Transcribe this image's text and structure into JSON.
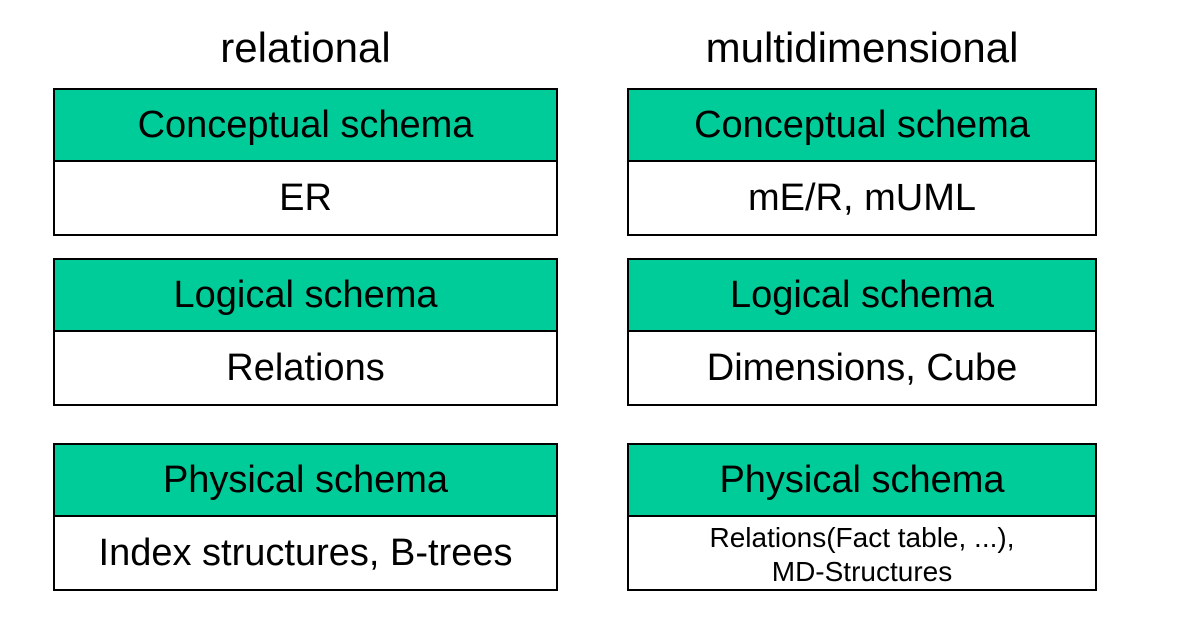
{
  "columns": {
    "relational": {
      "title": "relational",
      "conceptual": {
        "header": "Conceptual schema",
        "content": "ER"
      },
      "logical": {
        "header": "Logical schema",
        "content": "Relations"
      },
      "physical": {
        "header": "Physical schema",
        "content": "Index structures, B-trees"
      }
    },
    "multidimensional": {
      "title": "multidimensional",
      "conceptual": {
        "header": "Conceptual schema",
        "content": "mE/R, mUML"
      },
      "logical": {
        "header": "Logical schema",
        "content": "Dimensions, Cube"
      },
      "physical": {
        "header": "Physical schema",
        "content_line1": "Relations(Fact table, ...),",
        "content_line2": "MD-Structures"
      }
    }
  },
  "colors": {
    "header_fill": "#00cc99",
    "border": "#000000",
    "body_fill": "#ffffff"
  }
}
